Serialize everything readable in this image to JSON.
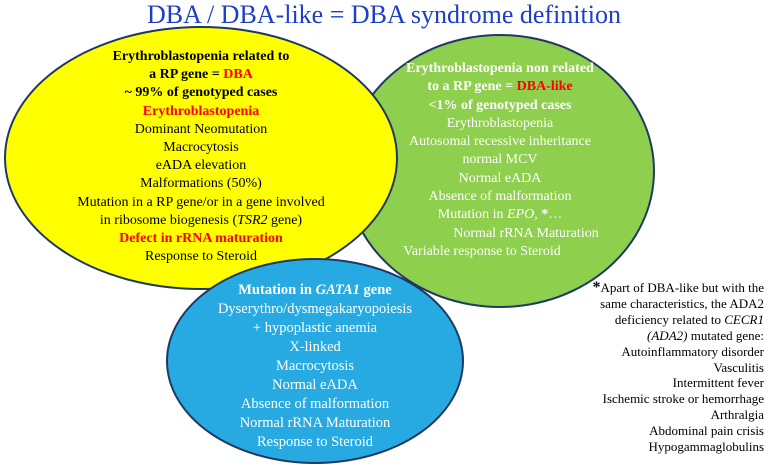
{
  "title": "DBA / DBA-like = DBA syndrome definition",
  "colors": {
    "title_blue": "#1c3fc9",
    "ellipse_border": "#1f3864",
    "dba_yellow": "#ffff00",
    "dba_like_green": "#8ecf4d",
    "gata1_blue": "#27aae1",
    "accent_red": "#ff0000"
  },
  "dba_ellipse": {
    "header1": "Erythroblastopenia related to",
    "header2_prefix": "a RP gene = ",
    "header2_gene": "DBA",
    "header3": "~ 99% of genotyped cases",
    "red_feature": "Erythroblastopenia",
    "feature1": "Dominant Neomutation",
    "feature2": "Macrocytosis",
    "feature3": "eADA elevation",
    "feature4": "Malformations (50%)",
    "feature5": "Mutation in a RP gene/or in a gene involved",
    "feature6_prefix": "in ribosome biogenesis (",
    "feature6_gene": "TSR2",
    "feature6_suffix": " gene)",
    "red_feature2": "Defect in rRNA maturation",
    "feature7": "Response to Steroid"
  },
  "dba_like_ellipse": {
    "header1": "Erythroblastopenia non related",
    "header2_prefix": "to a RP gene = ",
    "header2_gene": "DBA-like",
    "header3": "<1% of genotyped cases",
    "feature1": "Erythroblastopenia",
    "feature2": "Autosomal recessive inheritance",
    "feature3": "normal MCV",
    "feature4": "Normal eADA",
    "feature5": "Absence of malformation",
    "feature6_prefix": "Mutation in ",
    "feature6_gene": "EPO",
    "feature6_comma": ", ",
    "feature6_asterisk": "*",
    "feature6_ellipsis": "…",
    "feature7": "Normal rRNA Maturation",
    "feature8": "Variable response to Steroid"
  },
  "gata1_ellipse": {
    "header1_prefix": "Mutation in ",
    "header1_gene": "GATA1",
    "header1_suffix": " gene",
    "feature1": "Dyserythro/dysmegakaryopoiesis",
    "feature2": "+ hypoplastic anemia",
    "feature3": "X-linked",
    "feature4": "Macrocytosis",
    "feature5": "Normal eADA",
    "feature6": "Absence of malformation",
    "feature7": "Normal rRNA Maturation",
    "feature8": "Response to Steroid"
  },
  "footnote": {
    "asterisk": "*",
    "line1": "Apart of DBA-like but with the",
    "line2": "same characteristics, the ADA2",
    "line3_prefix": "deficiency related to ",
    "line3_gene": "CECR1",
    "line4_gene": "(ADA2)",
    "line4_suffix": " mutated gene:",
    "line5": "Autoinflammatory disorder",
    "line6": "Vasculitis",
    "line7": "Intermittent fever",
    "line8": "Ischemic stroke or hemorrhage",
    "line9": "Arthralgia",
    "line10": "Abdominal pain crisis",
    "line11": "Hypogammaglobulins"
  }
}
